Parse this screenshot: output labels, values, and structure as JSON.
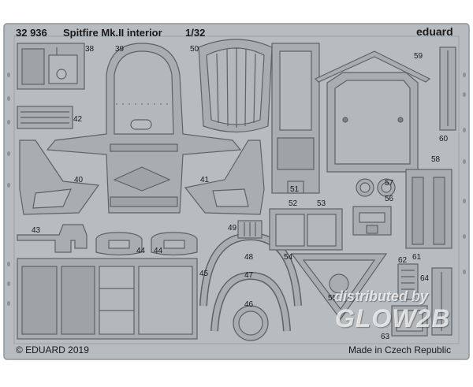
{
  "header": {
    "code": "32 936",
    "title": "Spitfire Mk.II interior",
    "scale": "1/32",
    "brand": "eduard"
  },
  "footer": {
    "copyright": "© EDUARD 2019",
    "origin": "Made in Czech Republic"
  },
  "part_numbers": {
    "p38": "38",
    "p39": "39",
    "p40": "40",
    "p41": "41",
    "p42": "42",
    "p43": "43",
    "p44a": "44",
    "p44b": "44",
    "p45": "45",
    "p46": "46",
    "p47": "47",
    "p48": "48",
    "p49": "49",
    "p50": "50",
    "p51": "51",
    "p52": "52",
    "p53": "53",
    "p54": "54",
    "p55": "55",
    "p56": "56",
    "p57": "57",
    "p58": "58",
    "p59": "59",
    "p60": "60",
    "p61": "61",
    "p62": "62",
    "p63": "63",
    "p64": "64"
  },
  "watermark": {
    "line1": "distributed by",
    "line2": "GLOW2B"
  },
  "colors": {
    "fret": "#b7bcc0",
    "part": "#a8adb1",
    "outline": "#5e6266",
    "frame": "#9da2a6",
    "background": "#ffffff"
  }
}
